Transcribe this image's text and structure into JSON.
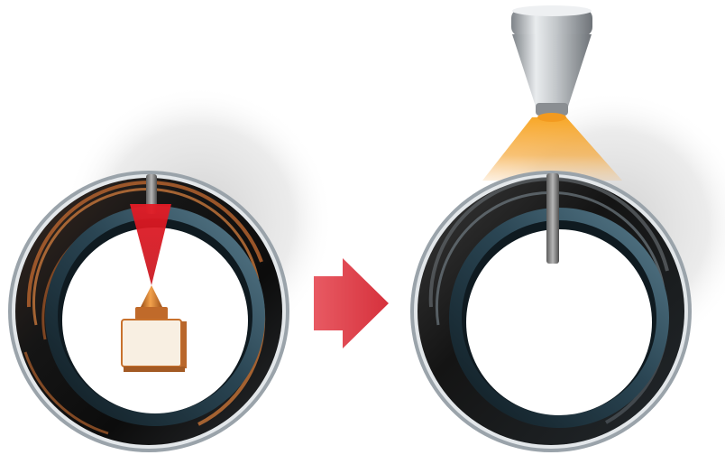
{
  "diagram": {
    "panels": [
      {
        "id": "before",
        "tool": "laser-head",
        "beam_color": "#d7141e",
        "ring_tint": "#b2622e"
      },
      {
        "id": "after",
        "tool": "spray-nozzle",
        "spray_color": "#f39a1f",
        "ring_tint": "#6f7a82"
      }
    ],
    "arrow": {
      "direction": "right",
      "color": "#e0404c"
    },
    "colors": {
      "ring_dark": "#141414",
      "ring_teal": "#2d4a58",
      "ring_silver": "#c9ced3",
      "block_face": "#f8efe2",
      "block_edge": "#c8712c"
    }
  }
}
